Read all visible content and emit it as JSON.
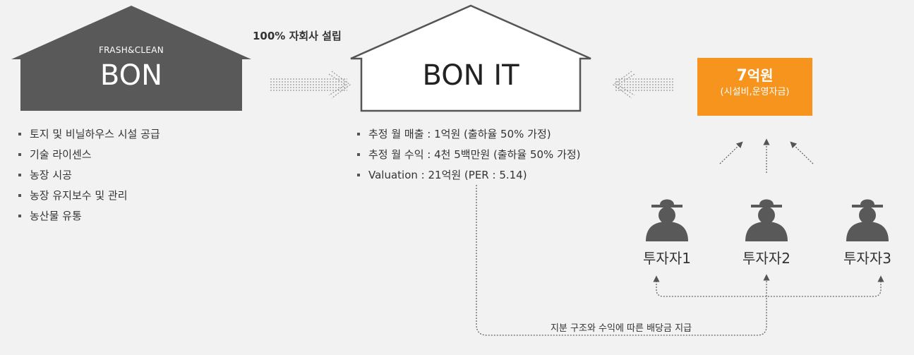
{
  "parent_company": {
    "tagline": "FRASH&CLEAN",
    "name": "BON",
    "services": [
      "토지 및 비닐하우스 시설 공급",
      "기술 라이센스",
      "농장 시공",
      "농장 유지보수 및 관리",
      "농산물 유통"
    ]
  },
  "subsidiary_arrow_label": "100% 자회사 설립",
  "subsidiary": {
    "name": "BON IT",
    "facts": [
      "추정 월 매출 : 1억원 (출하율 50% 가정)",
      "추정 월 수익 : 4천 5백만원 (출하율 50% 가정)",
      "Valuation : 21억원 (PER : 5.14)"
    ]
  },
  "capital": {
    "amount_number": "7",
    "amount_unit": "억원",
    "note": "(시설비,운영자금)"
  },
  "investors": [
    "투자자1",
    "투자자2",
    "투자자3"
  ],
  "dividend_label": "지분 구조와 수익에 따른 배당금 지급",
  "colors": {
    "background": "#f2f2f2",
    "parent_house": "#595959",
    "subsidiary_house_fill": "#ffffff",
    "capital_box": "#f7941d",
    "investor_icon": "#595959"
  }
}
